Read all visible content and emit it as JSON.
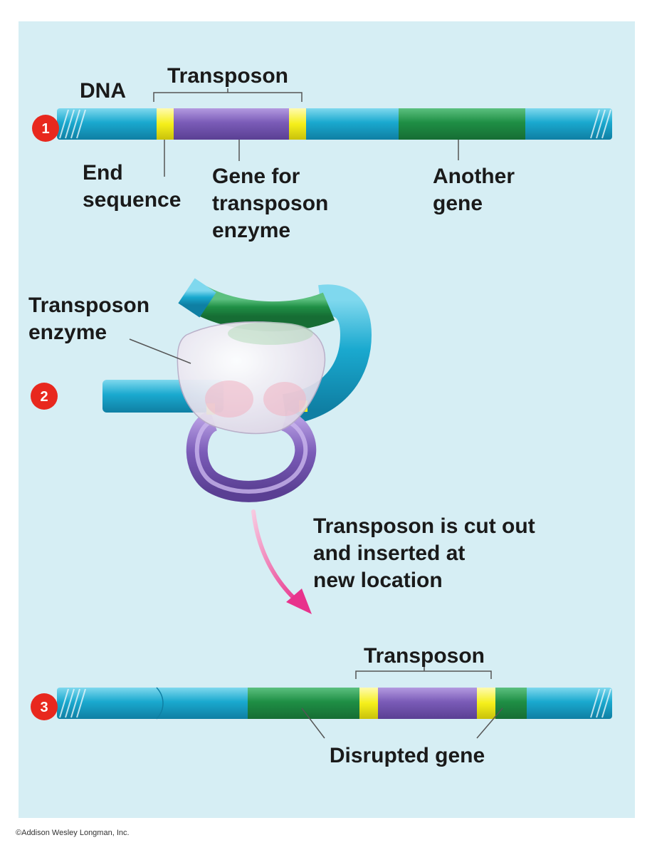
{
  "steps": [
    "1",
    "2",
    "3"
  ],
  "step1": {
    "dna_label": "DNA",
    "transposon_label": "Transposon",
    "end_sequence": [
      "End",
      "sequence"
    ],
    "gene_for_enzyme": [
      "Gene for",
      "transposon",
      "enzyme"
    ],
    "another_gene": [
      "Another",
      "gene"
    ]
  },
  "step2": {
    "enzyme_label": [
      "Transposon",
      "enzyme"
    ],
    "arrow_caption": [
      "Transposon is cut out",
      "and inserted at",
      "new location"
    ]
  },
  "step3": {
    "transposon_label": "Transposon",
    "disrupted_gene": "Disrupted gene"
  },
  "copyright": "©Addison Wesley Longman, Inc.",
  "colors": {
    "background_panel": "#d6eef4",
    "dna_blue": "#1aa9cf",
    "transposon_purple": "#7b5cb8",
    "end_sequence_yellow": "#f5ef1a",
    "gene_green": "#1f8f45",
    "enzyme": "#ece7f1",
    "step_circle": "#e8281e",
    "arrow_pink": "#e8338c"
  }
}
